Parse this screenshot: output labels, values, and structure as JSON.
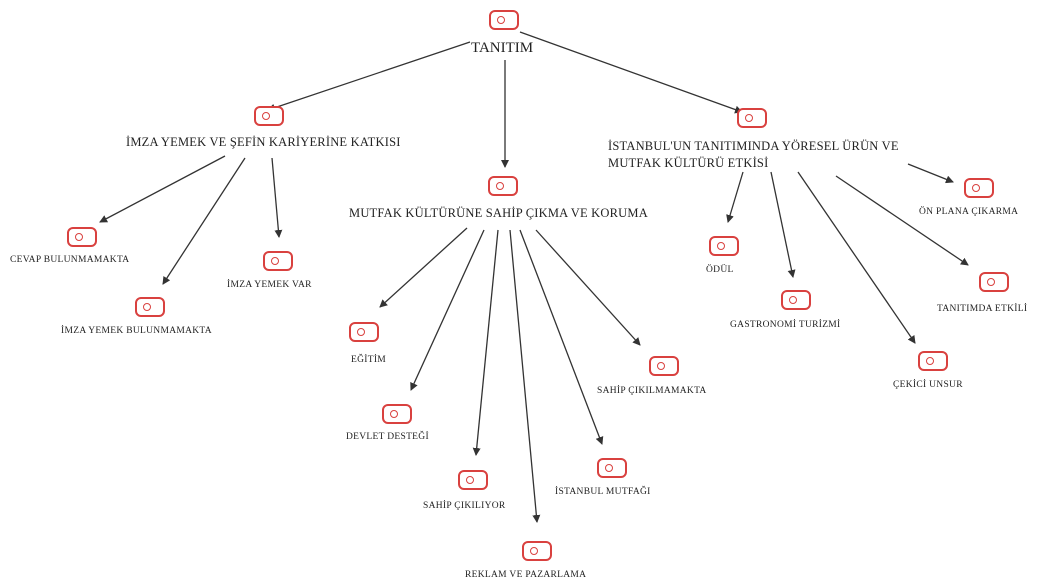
{
  "colors": {
    "node_icon": "#d9413f",
    "edge": "#333333",
    "label": "#222222"
  },
  "root": {
    "label": "TANITIM",
    "icon": "topic-icon"
  },
  "branches": {
    "imza": {
      "label": "İMZA YEMEK VE ŞEFİN KARİYERİNE KATKISI",
      "children": {
        "cevap": "CEVAP BULUNMAMAKTA",
        "yok": "İMZA YEMEK BULUNMAMAKTA",
        "var": "İMZA YEMEK VAR"
      }
    },
    "mutfak": {
      "label": "MUTFAK KÜLTÜRÜNE SAHİP ÇIKMA VE KORUMA",
      "children": {
        "egitim": "EĞİTİM",
        "devlet": "DEVLET DESTEĞİ",
        "sahip_cikiliyor": "SAHİP ÇIKILIYOR",
        "reklam": "REKLAM VE PAZARLAMA",
        "istanbul_mutfagi": "İSTANBUL MUTFAĞI",
        "sahip_cikilmamakta": "SAHİP ÇIKILMAMAKTA"
      }
    },
    "istanbul": {
      "label": "İSTANBUL'UN TANITIMINDA YÖRESEL ÜRÜN VE\nMUTFAK KÜLTÜRÜ ETKİSİ",
      "children": {
        "odul": "ÖDÜL",
        "gastronomi": "GASTRONOMİ TURİZMİ",
        "cekici": "ÇEKİCİ UNSUR",
        "tanitimda": "TANITIMDA ETKİLİ",
        "on_plana": "ÖN PLANA ÇIKARMA"
      }
    }
  }
}
